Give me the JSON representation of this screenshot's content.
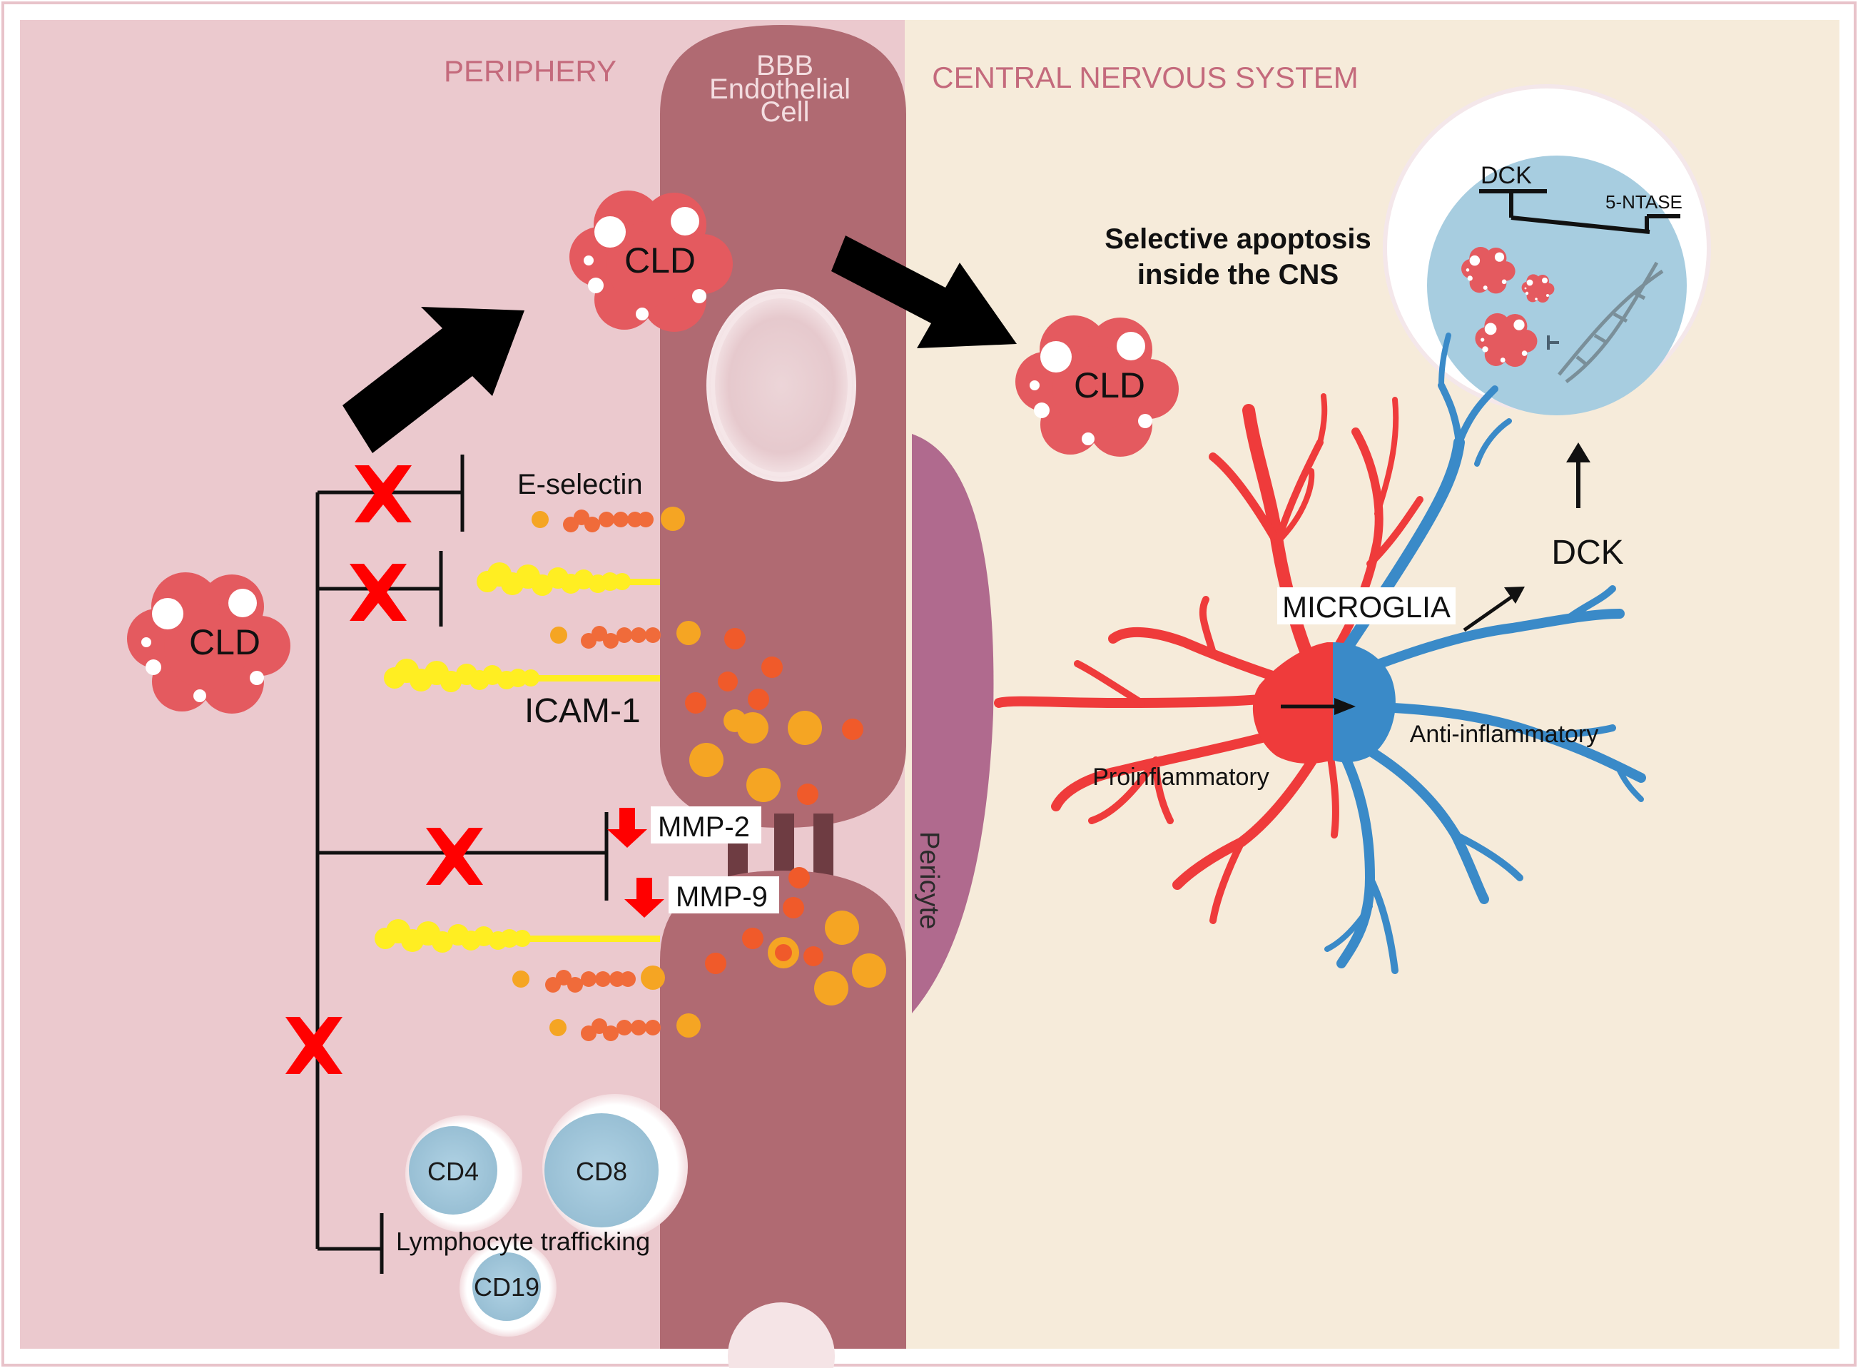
{
  "regions": {
    "periphery": "PERIPHERY",
    "bbb_line1": "BBB",
    "bbb_line2": "Endothelial",
    "bbb_line3": "Cell",
    "cns": "CENTRAL NERVOUS SYSTEM",
    "pericyte": "Pericyte"
  },
  "drug": {
    "label": "CLD"
  },
  "adhesion": {
    "e_selectin": "E-selectin",
    "icam1": "ICAM-1",
    "mmp2": "MMP-2",
    "mmp9": "MMP-9"
  },
  "lymphocytes": {
    "cd4": "CD4",
    "cd8": "CD8",
    "cd19": "CD19",
    "trafficking": "Lymphocyte trafficking"
  },
  "cns_effects": {
    "apoptosis_line1": "Selective apoptosis",
    "apoptosis_line2": "inside the CNS",
    "dck_inset": "DCK",
    "ntase_inset": "5-NTASE",
    "dck": "DCK",
    "microglia": "MICROGLIA",
    "proinflammatory": "Proinflammatory",
    "anti_inflammatory": "Anti-inflammatory"
  },
  "colors": {
    "periphery_bg": "#ebc9ce",
    "cns_bg": "#f6ebda",
    "endothelium": "#b06a72",
    "pericyte": "#b06a8e",
    "inhibit_x": "#ff0000",
    "proinflammatory": "#ef3b3b",
    "anti_inflammatory": "#3a8ac8",
    "selectin": "#ffee22",
    "lymphocyte_nucleus": "#a9cbdc"
  }
}
